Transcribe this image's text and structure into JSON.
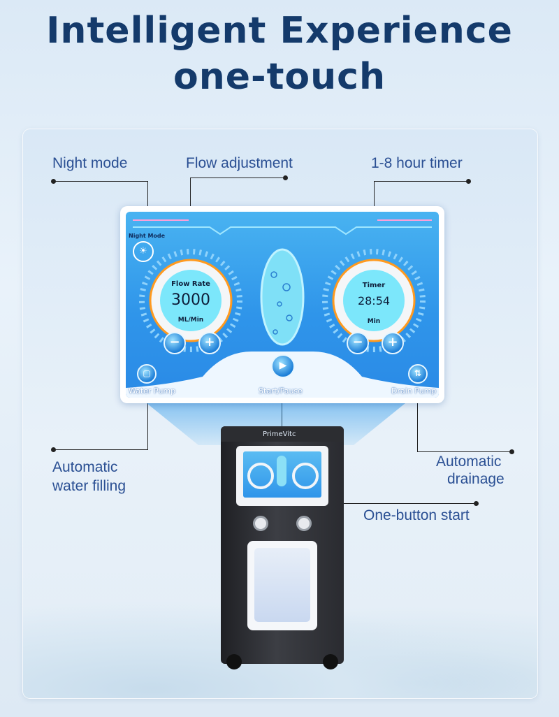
{
  "header": {
    "line1": "Intelligent Experience",
    "line2": "one-touch"
  },
  "callouts": {
    "night_mode": "Night mode",
    "flow_adjustment": "Flow adjustment",
    "timer": "1-8 hour timer",
    "auto_fill_1": "Automatic",
    "auto_fill_2": "water filling",
    "auto_drain_1": "Automatic",
    "auto_drain_2": "drainage",
    "one_button": "One-button start"
  },
  "screen": {
    "night_mode_label": "Night Mode",
    "flow_rate_label": "Flow Rate",
    "flow_rate_value": "3000",
    "flow_rate_unit": "ML/Min",
    "timer_label": "Timer",
    "timer_value": "28:54",
    "timer_unit": "Min",
    "water_pump_label": "Water Pump",
    "start_pause_label": "Start/Pause",
    "drain_pump_label": "Drain Pump",
    "minus_symbol": "−",
    "plus_symbol": "+"
  },
  "device": {
    "brand": "PrimeVitc"
  },
  "colors": {
    "headline": "#143a6b",
    "callout_text": "#2a4f93",
    "screen_blue": "#2f95ea"
  }
}
